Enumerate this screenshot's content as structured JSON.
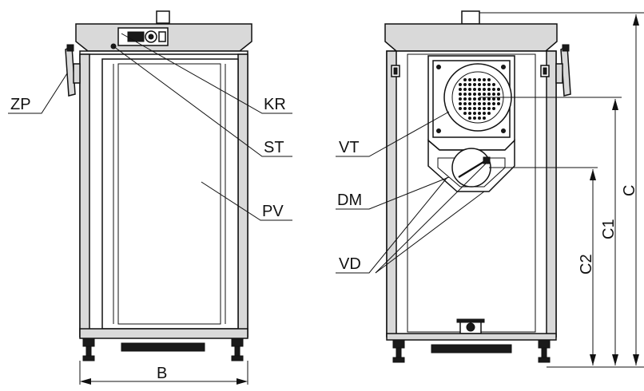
{
  "labels": {
    "zp": "ZP",
    "kr": "KR",
    "st": "ST",
    "pv": "PV",
    "vt": "VT",
    "dm": "DM",
    "vd": "VD",
    "b": "B",
    "c": "C",
    "c1": "C1",
    "c2": "C2"
  }
}
